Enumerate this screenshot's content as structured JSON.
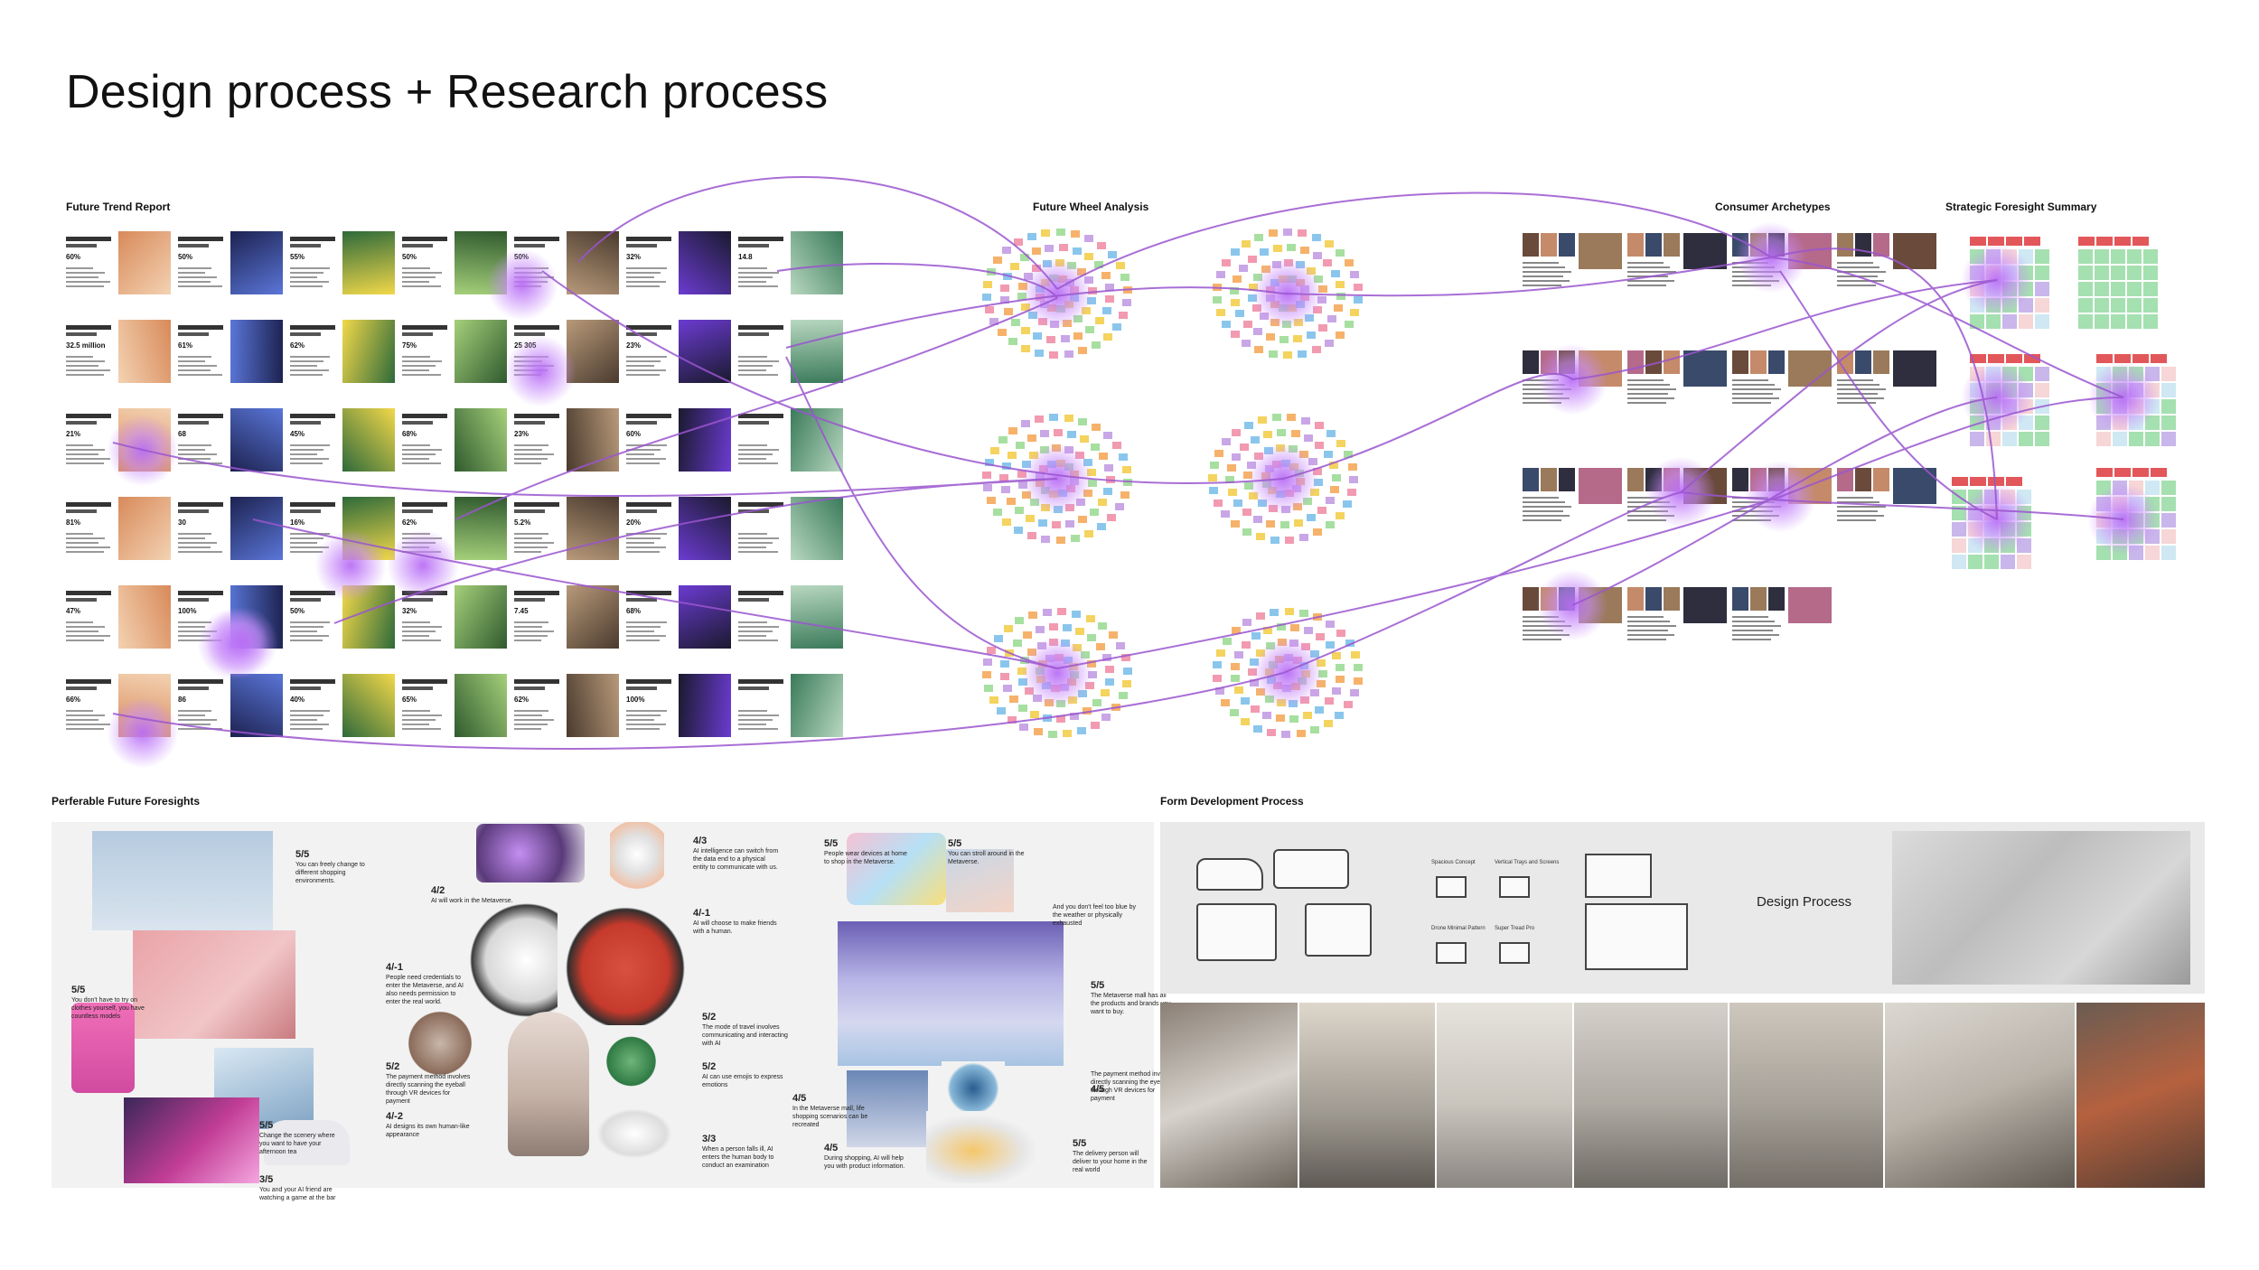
{
  "page": {
    "title": "Design process + Research process"
  },
  "sections": {
    "trend_report": "Future Trend Report",
    "future_wheel": "Future Wheel Analysis",
    "archetypes": "Consumer Archetypes",
    "foresight_summary": "Strategic Foresight Summary",
    "perferable": "Perferable Future Foresights",
    "form_dev": "Form Development Process"
  },
  "design_process_label": "Design Process",
  "trend_cards": [
    {
      "num": "60%"
    },
    {
      "num": "50%"
    },
    {
      "num": "55%"
    },
    {
      "num": "50%"
    },
    {
      "num": "50%"
    },
    {
      "num": "32%"
    },
    {
      "num": "14.8"
    },
    {
      "num": "32.5 million"
    },
    {
      "num": "61%"
    },
    {
      "num": "62%"
    },
    {
      "num": "75%"
    },
    {
      "num": "25 305"
    },
    {
      "num": "23%"
    },
    {
      "num": ""
    },
    {
      "num": "21%"
    },
    {
      "num": "68"
    },
    {
      "num": "45%"
    },
    {
      "num": "68%"
    },
    {
      "num": "23%"
    },
    {
      "num": "60%"
    },
    {
      "num": ""
    },
    {
      "num": "81%"
    },
    {
      "num": "30"
    },
    {
      "num": "16%"
    },
    {
      "num": "62%"
    },
    {
      "num": "5.2%"
    },
    {
      "num": "20%"
    },
    {
      "num": ""
    },
    {
      "num": "47%"
    },
    {
      "num": "100%"
    },
    {
      "num": "50%"
    },
    {
      "num": "32%"
    },
    {
      "num": "7.45"
    },
    {
      "num": "68%"
    },
    {
      "num": ""
    },
    {
      "num": "66%"
    },
    {
      "num": "86"
    },
    {
      "num": "40%"
    },
    {
      "num": "65%"
    },
    {
      "num": "62%"
    },
    {
      "num": "100%"
    },
    {
      "num": ""
    }
  ],
  "foresight_labels": [
    {
      "score": "5/5",
      "text": "You can freely change to different shopping environments."
    },
    {
      "score": "4/2",
      "text": "AI will work in the Metaverse."
    },
    {
      "score": "4/3",
      "text": "AI intelligence can switch from the data end to a physical entity to communicate with us."
    },
    {
      "score": "4/-1",
      "text": "AI will choose to make friends with a human."
    },
    {
      "score": "4/-1",
      "text": "People need credentials to enter the Metaverse, and AI also needs permission to enter the real world."
    },
    {
      "score": "5/5",
      "text": "You don't have to try on clothes yourself, you have countless models"
    },
    {
      "score": "5/2",
      "text": "The mode of travel involves communicating and interacting with AI"
    },
    {
      "score": "5/2",
      "text": "The payment method involves directly scanning the eyeball through VR devices for payment"
    },
    {
      "score": "5/2",
      "text": "AI can use emojis to express emotions"
    },
    {
      "score": "4/-2",
      "text": "AI designs its own human-like appearance"
    },
    {
      "score": "5/5",
      "text": "Change the scenery where you want to have your afternoon tea"
    },
    {
      "score": "3/3",
      "text": "When a person falls ill, AI enters the human body to conduct an examination"
    },
    {
      "score": "3/5",
      "text": "You and your AI friend are watching a game at the bar"
    },
    {
      "score": "5/5",
      "text": "People wear devices at home to shop in the Metaverse."
    },
    {
      "score": "5/5",
      "text": "You can stroll around in the Metaverse."
    },
    {
      "score": "",
      "text": "And you don't feel too blue by the weather or physically exhausted"
    },
    {
      "score": "5/5",
      "text": "The Metaverse mall has all the products and brands you want to buy."
    },
    {
      "score": "4/5",
      "text": "In the Metaverse mall, life shopping scenarios can be recreated"
    },
    {
      "score": "",
      "text": "The payment method involves directly scanning the eyeball through VR devices for payment"
    },
    {
      "score": "4/5",
      "text": ""
    },
    {
      "score": "4/5",
      "text": "During shopping, AI will help you with product information."
    },
    {
      "score": "5/5",
      "text": "The delivery person will deliver to your home in the real world"
    }
  ],
  "sketch_labels": [
    "Spacious Concept",
    "Vertical Trays and Screens",
    "Drone Minimal Pattern",
    "Super Tread Pro"
  ],
  "colors": {
    "purple_line": "#9a55cf",
    "sticky_pink": "#f29ab0",
    "sticky_blue": "#8ac6ec",
    "sticky_yellow": "#f4d35e",
    "sticky_green": "#a7dfa0",
    "header_red": "#e2575a",
    "grid_green": "#a5e0b0",
    "grid_purple": "#c9b6ea"
  }
}
